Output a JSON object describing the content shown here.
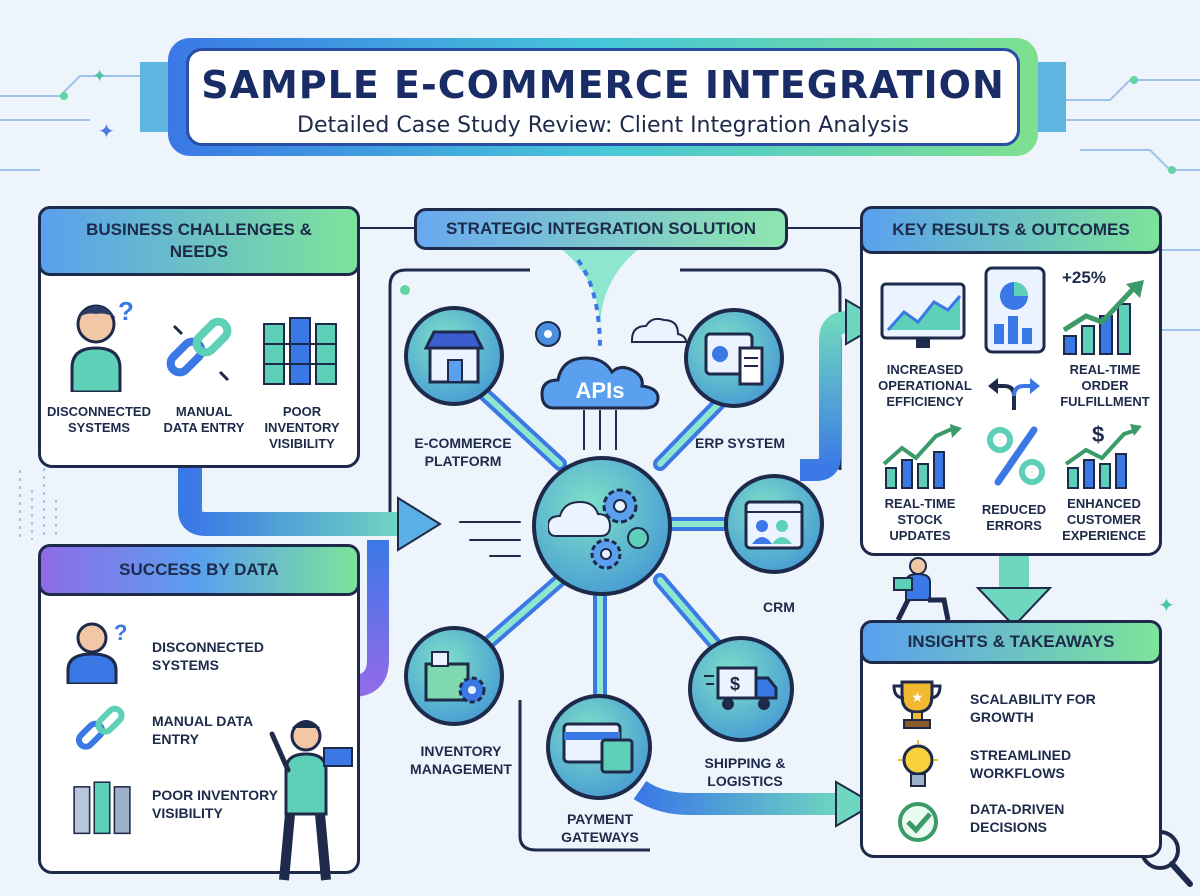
{
  "header": {
    "title": "SAMPLE E-COMMERCE INTEGRATION",
    "subtitle": "Detailed Case Study Review: Client Integration Analysis"
  },
  "challenges": {
    "heading": "BUSINESS CHALLENGES & NEEDS",
    "items": [
      {
        "label": "DISCONNECTED SYSTEMS",
        "icon": "confused-person-icon"
      },
      {
        "label": "MANUAL DATA ENTRY",
        "icon": "chain-link-icon"
      },
      {
        "label": "POOR INVENTORY VISIBILITY",
        "icon": "database-stack-icon"
      }
    ]
  },
  "solution": {
    "heading": "STRATEGIC INTEGRATION SOLUTION",
    "hub_label": "APIs",
    "nodes": [
      {
        "label": "E-COMMERCE PLATFORM",
        "icon": "storefront-icon"
      },
      {
        "label": "ERP SYSTEM",
        "icon": "invoice-dashboard-icon"
      },
      {
        "label": "CRM",
        "icon": "contacts-window-icon"
      },
      {
        "label": "INVENTORY MANAGEMENT",
        "icon": "box-gear-icon"
      },
      {
        "label": "PAYMENT GATEWAYS",
        "icon": "credit-card-icon"
      },
      {
        "label": "SHIPPING & LOGISTICS",
        "icon": "delivery-truck-icon"
      }
    ]
  },
  "results": {
    "heading": "KEY RESULTS & OUTCOMES",
    "growth_badge": "+25%",
    "items": [
      {
        "label": "INCREASED OPERATIONAL EFFICIENCY",
        "icon": "line-chart-monitor-icon"
      },
      {
        "label": "REAL-TIME ORDER FULFILLMENT",
        "icon": "growth-arrow-bars-icon"
      },
      {
        "label": "REAL-TIME STOCK UPDATES",
        "icon": "rising-chart-icon"
      },
      {
        "label": "REDUCED ERRORS",
        "icon": "percent-icon"
      },
      {
        "label": "ENHANCED CUSTOMER EXPERIENCE",
        "icon": "dollar-growth-icon"
      }
    ]
  },
  "success": {
    "heading": "SUCCESS BY DATA",
    "items": [
      {
        "label": "DISCONNECTED SYSTEMS",
        "icon": "confused-person-icon"
      },
      {
        "label": "MANUAL DATA ENTRY",
        "icon": "chain-link-icon"
      },
      {
        "label": "POOR INVENTORY VISIBILITY",
        "icon": "database-stack-icon"
      }
    ]
  },
  "insights": {
    "heading": "INSIGHTS & TAKEAWAYS",
    "items": [
      {
        "label": "SCALABILITY FOR GROWTH",
        "icon": "trophy-icon"
      },
      {
        "label": "STREAMLINED WORKFLOWS",
        "icon": "lightbulb-icon"
      },
      {
        "label": "DATA-DRIVEN DECISIONS",
        "icon": "checkmark-circle-icon"
      }
    ]
  },
  "colors": {
    "outline": "#1d2a4a",
    "blue": "#3a78e6",
    "green": "#7de39a",
    "purple": "#8f6be8",
    "background": "#eef4fb"
  }
}
